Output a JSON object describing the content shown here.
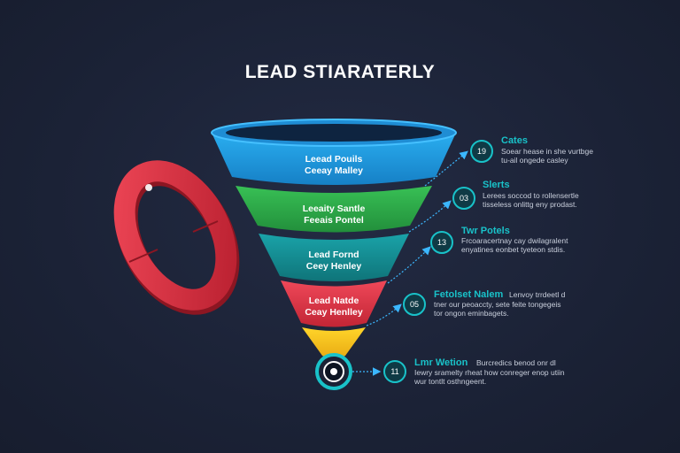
{
  "title": "LEAD STIARATERLY",
  "funnel": [
    {
      "line1": "Leead Pouils",
      "line2": "Ceeay Malley",
      "color": "#1e9be0"
    },
    {
      "line1": "Leeaity Santle",
      "line2": "Feeais Pontel",
      "color": "#2fb24a"
    },
    {
      "line1": "Lead Fornd",
      "line2": "Ceey Henley",
      "color": "#138f95"
    },
    {
      "line1": "Lead Natde",
      "line2": "Ceay Henlley",
      "color": "#e23a4b"
    }
  ],
  "stages": [
    {
      "badge": "19",
      "title": "Cates",
      "desc1": "Soear hease in she vurtbge",
      "desc2": "tu-ail ongede casley",
      "color": "#19c2c9"
    },
    {
      "badge": "03",
      "title": "Slerts",
      "desc1": "Lerees soccod to rollensertle",
      "desc2": "tisseless onlittg eny prodast.",
      "color": "#19c2c9"
    },
    {
      "badge": "13",
      "title": "Twr Potels",
      "desc1": "Frcoaracertnay cay dwilagralent",
      "desc2": "enyatines eonbet tyeteon stdis.",
      "color": "#19c2c9"
    },
    {
      "badge": "05",
      "title": "Fetolset Nalem",
      "desc1": "Lenvoy trrdeetl d",
      "desc2": "tner our peoaccty, sete feite tongegeis",
      "desc3": "tor ongon eminbagets.",
      "color": "#19c2c9"
    },
    {
      "badge": "11",
      "title": "Lmr Wetion",
      "desc1": "Burcredics benod onr dl",
      "desc2": "Iewry sramelty rheat how conreger enop utiin",
      "desc3": "wur tontlt osthngeent.",
      "color": "#19c2c9"
    }
  ],
  "colors": {
    "background": "#1b2236",
    "accent": "#19c2c9",
    "chain": "#d6303f",
    "tip": "#f3c21a"
  }
}
